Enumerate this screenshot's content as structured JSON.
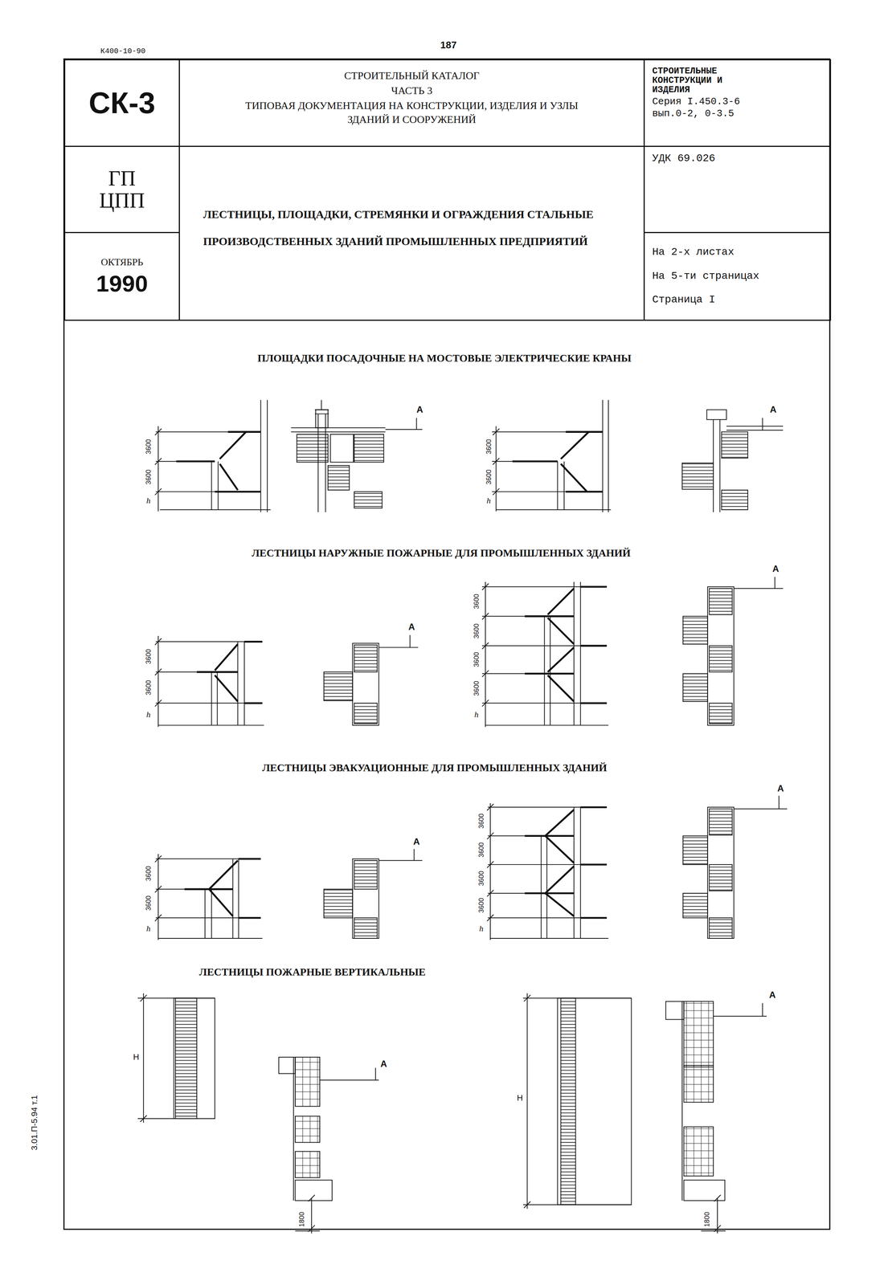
{
  "diagram": {
    "nodes": [
      {
        "text": [
          "СК-3"
        ]
      },
      {
        "text": [
          "СТРОИТЕЛЬНЫЙ КАТАЛОГ",
          "ЧАСТЬ 3",
          "ТИПОВАЯ ДОКУМЕНТАЦИЯ НА КОНСТРУКЦИИ, ИЗДЕЛИЯ И УЗЛЫ ЗДАНИЙ И СООРУЖЕНИЙ"
        ]
      },
      {
        "text": [
          "СТРОИТЕЛЬНЫЕ КОНСТРУКЦИИ И ИЗДЕЛИЯ",
          "Серия I.450.3-6",
          "вып.0-2, 0-3.5"
        ]
      },
      {
        "text": [
          "ГП ЦПП"
        ]
      },
      {
        "text": [
          "ЛЕСТНИЦЫ, ПЛОЩАДКИ, СТРЕМЯНКИ И ОГРАЖДЕНИЯ СТАЛЬНЫЕ ПРОИЗВОДСТВЕННЫХ ЗДАНИЙ ПРОМЫШЛЕННЫХ ПРЕДПРИЯТИЙ"
        ]
      },
      {
        "text": [
          "УДК 69.026"
        ]
      },
      {
        "text": [
          "ОКТЯБРЬ",
          "1990"
        ]
      },
      {
        "text": [
          "На 2-х листах",
          "На 5-ти страницах",
          "Страница I"
        ]
      }
    ],
    "labels": [
      "К400-10-90",
      "187",
      "3.01.П-5.94 т.1",
      "ПЛОЩАДКИ ПОСАДОЧНЫЕ НА МОСТОВЫЕ ЭЛЕКТРИЧЕСКИЕ КРАНЫ",
      "ЛЕСТНИЦЫ НАРУЖНЫЕ ПОЖАРНЫЕ ДЛЯ ПРОМЫШЛЕННЫХ ЗДАНИЙ",
      "ЛЕСТНИЦЫ ЭВАКУАЦИОННЫЕ ДЛЯ ПРОМЫШЛЕННЫХ ЗДАНИЙ",
      "ЛЕСТНИЦЫ ПОЖАРНЫЕ ВЕРТИКАЛЬНЫЕ",
      "3600",
      "3600",
      "h",
      "A",
      "3600",
      "3600",
      "h",
      "A",
      "3600",
      "3600",
      "h",
      "A",
      "3600",
      "3600",
      "3600",
      "3600",
      "h",
      "A",
      "3600",
      "3600",
      "h",
      "A",
      "3600",
      "3600",
      "3600",
      "3600",
      "h",
      "A",
      "H",
      "A",
      "1800",
      "H",
      "A",
      "1800"
    ]
  }
}
